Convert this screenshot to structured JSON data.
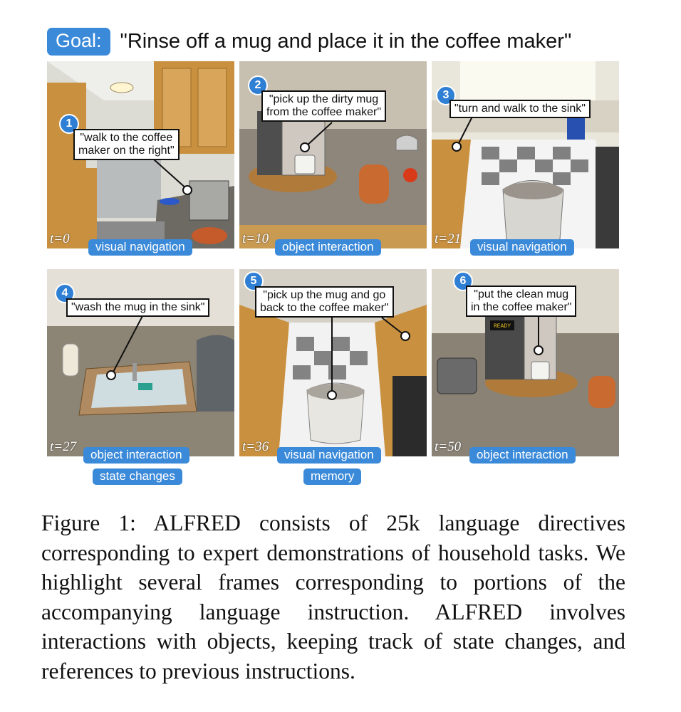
{
  "goal": {
    "badge": "Goal:",
    "text": "\"Rinse off a mug and place it in the coffee maker\""
  },
  "frames": [
    {
      "number": "1",
      "instruction_line1": "\"walk to the coffee",
      "instruction_line2": "maker on the right\"",
      "time": "t=0",
      "tags": [
        "visual navigation"
      ]
    },
    {
      "number": "2",
      "instruction_line1": "\"pick up the dirty mug",
      "instruction_line2": "from the coffee maker\"",
      "time": "t=10",
      "tags": [
        "object interaction"
      ]
    },
    {
      "number": "3",
      "instruction_line1": "\"turn and walk to the sink\"",
      "instruction_line2": "",
      "time": "t=21",
      "tags": [
        "visual navigation"
      ]
    },
    {
      "number": "4",
      "instruction_line1": "\"wash the mug in the sink\"",
      "instruction_line2": "",
      "time": "t=27",
      "tags": [
        "object interaction",
        "state changes"
      ]
    },
    {
      "number": "5",
      "instruction_line1": "\"pick up the mug and go",
      "instruction_line2": "back to the coffee maker\"",
      "time": "t=36",
      "tags": [
        "visual navigation",
        "memory"
      ]
    },
    {
      "number": "6",
      "instruction_line1": "\"put the clean mug",
      "instruction_line2": "in the coffee maker\"",
      "time": "t=50",
      "tags": [
        "object interaction"
      ]
    }
  ],
  "coffee_display": "READY",
  "caption": "Figure 1: ALFRED consists of 25k language directives corresponding to expert demonstrations of household tasks. We highlight several frames corresponding to portions of the accompanying language instruction. ALFRED involves interactions with objects, keeping track of state changes, and references to previous instructions."
}
